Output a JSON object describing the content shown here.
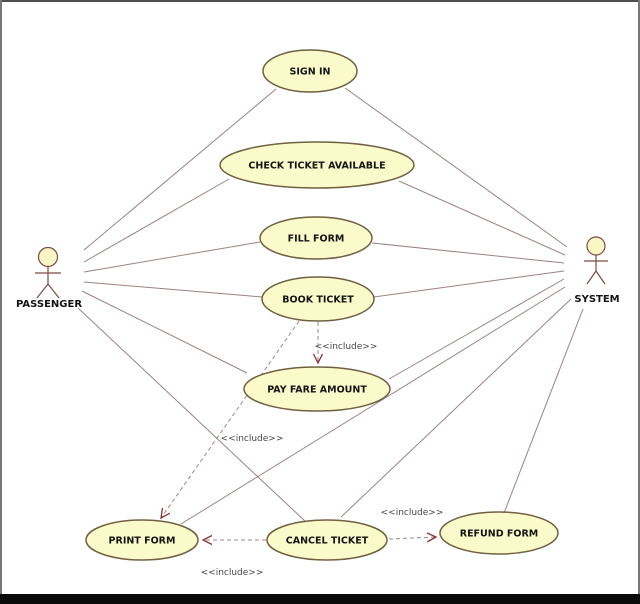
{
  "diagram": {
    "type": "uml-use-case-diagram",
    "colors": {
      "background": "#ffffff",
      "usecase_fill": "#fbfacb",
      "usecase_border": "#6f6040",
      "association_line": "#9c8282",
      "include_arrowhead": "#8b3535",
      "label_text": "#141414",
      "include_text": "#474747",
      "bottom_bar": "#0a0a0a"
    }
  },
  "actors": [
    {
      "id": "passenger",
      "label": "PASSENGER"
    },
    {
      "id": "system",
      "label": "SYSTEM"
    }
  ],
  "use_cases": [
    {
      "id": "sign-in",
      "label": "SIGN IN"
    },
    {
      "id": "check-ticket-available",
      "label": "CHECK TICKET AVAILABLE"
    },
    {
      "id": "fill-form",
      "label": "FILL FORM"
    },
    {
      "id": "book-ticket",
      "label": "BOOK TICKET"
    },
    {
      "id": "pay-fare-amount",
      "label": "PAY FARE AMOUNT"
    },
    {
      "id": "print-form",
      "label": "PRINT FORM"
    },
    {
      "id": "cancel-ticket",
      "label": "CANCEL TICKET"
    },
    {
      "id": "refund-form",
      "label": "REFUND FORM"
    }
  ],
  "associations": [
    {
      "from": "PASSENGER",
      "to": "SIGN IN"
    },
    {
      "from": "PASSENGER",
      "to": "CHECK TICKET AVAILABLE"
    },
    {
      "from": "PASSENGER",
      "to": "FILL FORM"
    },
    {
      "from": "PASSENGER",
      "to": "BOOK TICKET"
    },
    {
      "from": "PASSENGER",
      "to": "PAY FARE AMOUNT"
    },
    {
      "from": "PASSENGER",
      "to": "CANCEL TICKET"
    },
    {
      "from": "SYSTEM",
      "to": "SIGN IN"
    },
    {
      "from": "SYSTEM",
      "to": "CHECK TICKET AVAILABLE"
    },
    {
      "from": "SYSTEM",
      "to": "FILL FORM"
    },
    {
      "from": "SYSTEM",
      "to": "BOOK TICKET"
    },
    {
      "from": "SYSTEM",
      "to": "PAY FARE AMOUNT"
    },
    {
      "from": "SYSTEM",
      "to": "PRINT FORM"
    },
    {
      "from": "SYSTEM",
      "to": "CANCEL TICKET"
    },
    {
      "from": "SYSTEM",
      "to": "REFUND FORM"
    }
  ],
  "includes": [
    {
      "from": "BOOK TICKET",
      "to": "PAY FARE AMOUNT",
      "label": "<<include>>"
    },
    {
      "from": "BOOK TICKET",
      "to": "PRINT FORM",
      "label": "<<include>>"
    },
    {
      "from": "CANCEL TICKET",
      "to": "PRINT FORM",
      "label": "<<include>>"
    },
    {
      "from": "CANCEL TICKET",
      "to": "REFUND FORM",
      "label": "<<include>>"
    }
  ]
}
